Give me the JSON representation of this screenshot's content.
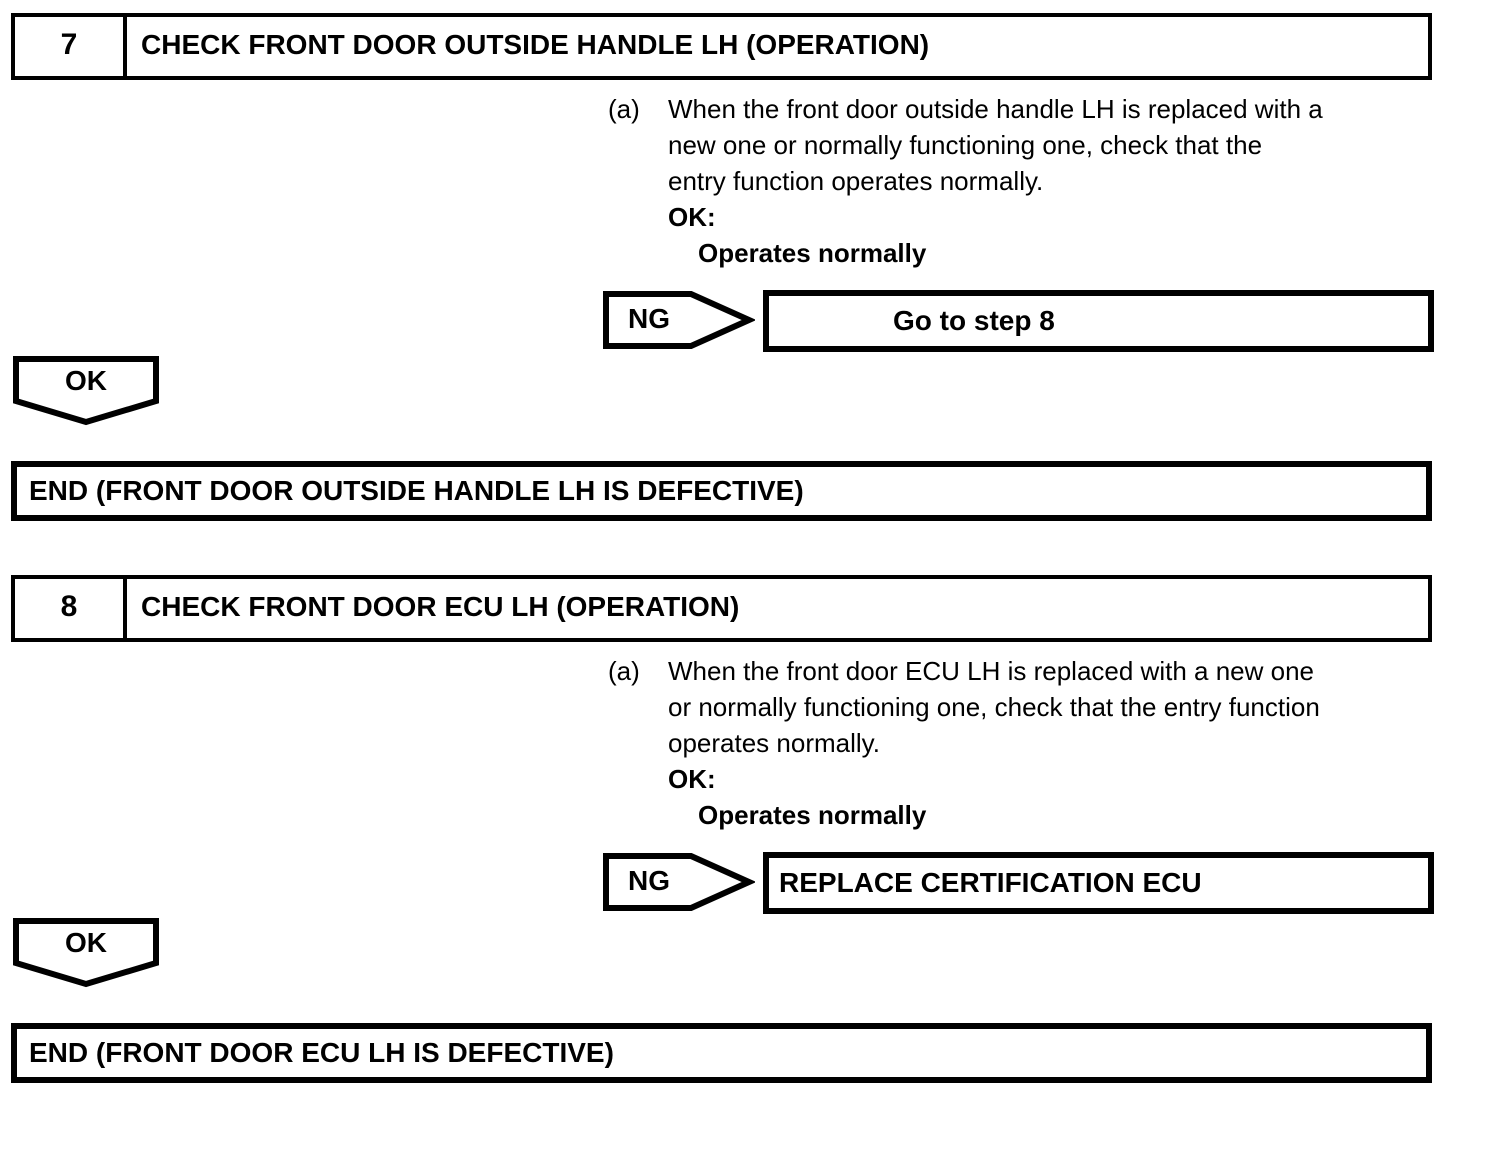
{
  "colors": {
    "ink": "#000000",
    "paper": "#ffffff"
  },
  "steps": [
    {
      "number": "7",
      "title": "CHECK FRONT DOOR OUTSIDE HANDLE LH (OPERATION)",
      "instruction": {
        "label": "(a)",
        "lines": [
          "When the front door outside handle LH is replaced with a",
          "new one or normally functioning one, check that the",
          "entry function operates normally."
        ],
        "ok_label": "OK:",
        "ok_condition": "Operates normally"
      },
      "ng": {
        "label": "NG",
        "result": "Go to step 8"
      },
      "ok_label": "OK",
      "end": "END (FRONT DOOR OUTSIDE HANDLE LH IS DEFECTIVE)"
    },
    {
      "number": "8",
      "title": "CHECK FRONT DOOR ECU LH (OPERATION)",
      "instruction": {
        "label": "(a)",
        "lines": [
          "When the front door ECU LH is replaced with a new one",
          "or normally functioning one, check that the entry function",
          "operates normally."
        ],
        "ok_label": "OK:",
        "ok_condition": "Operates normally"
      },
      "ng": {
        "label": "NG",
        "result": "REPLACE CERTIFICATION ECU"
      },
      "ok_label": "OK",
      "end": "END (FRONT DOOR ECU LH IS DEFECTIVE)"
    }
  ]
}
